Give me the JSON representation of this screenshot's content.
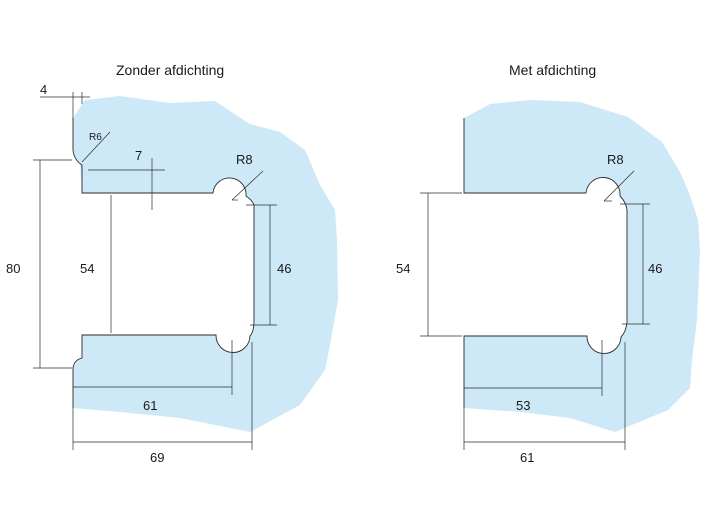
{
  "left": {
    "title": "Zonder afdichting",
    "dims": {
      "d4": "4",
      "r6": "R6",
      "d7": "7",
      "r8": "R8",
      "d80": "80",
      "d54": "54",
      "d46": "46",
      "d61": "61",
      "d69": "69"
    }
  },
  "right": {
    "title": "Met afdichting",
    "dims": {
      "r8": "R8",
      "d54": "54",
      "d46": "46",
      "d53": "53",
      "d61": "61"
    }
  },
  "colors": {
    "fill": "#cde9f7",
    "line": "#2b2b2b"
  }
}
